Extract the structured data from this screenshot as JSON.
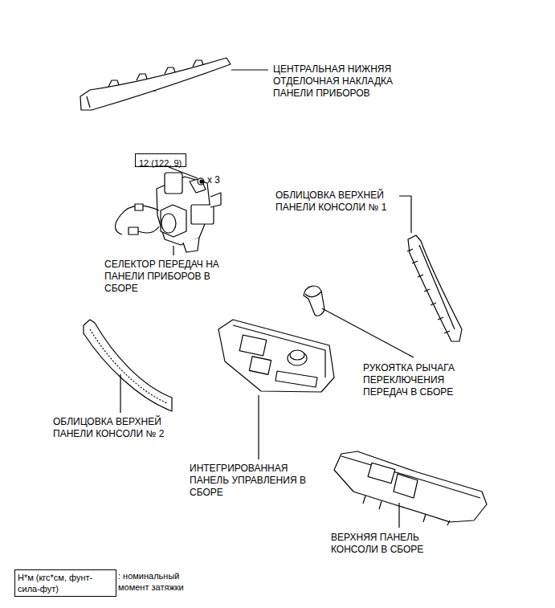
{
  "diagram": {
    "nodes": [
      {
        "text": [
          "12 (122, 9)"
        ]
      }
    ],
    "labels": [
      "ЦЕНТРАЛЬНАЯ НИЖНЯЯ ОТДЕЛОЧНАЯ НАКЛАДКА ПАНЕЛИ ПРИБОРОВ",
      "x 3",
      "ОБЛИЦОВКА ВЕРХНЕЙ ПАНЕЛИ КОНСОЛИ № 1",
      "СЕЛЕКТОР ПЕРЕДАЧ НА ПАНЕЛИ ПРИБОРОВ В СБОРЕ",
      "РУКОЯТКА РЫЧАГА ПЕРЕКЛЮЧЕНИЯ ПЕРЕДАЧ В СБОРЕ",
      "ОБЛИЦОВКА ВЕРХНЕЙ ПАНЕЛИ КОНСОЛИ № 2",
      "ИНТЕГРИРОВАННАЯ ПАНЕЛЬ УПРАВЛЕНИЯ В СБОРЕ",
      "ВЕРХНЯЯ ПАНЕЛЬ КОНСОЛИ В СБОРЕ",
      "Н*м (кгс*см, фунт-сила-фут)"
    ],
    "legend": [
      {
        "text": ": номинальный момент затяжки"
      }
    ]
  }
}
